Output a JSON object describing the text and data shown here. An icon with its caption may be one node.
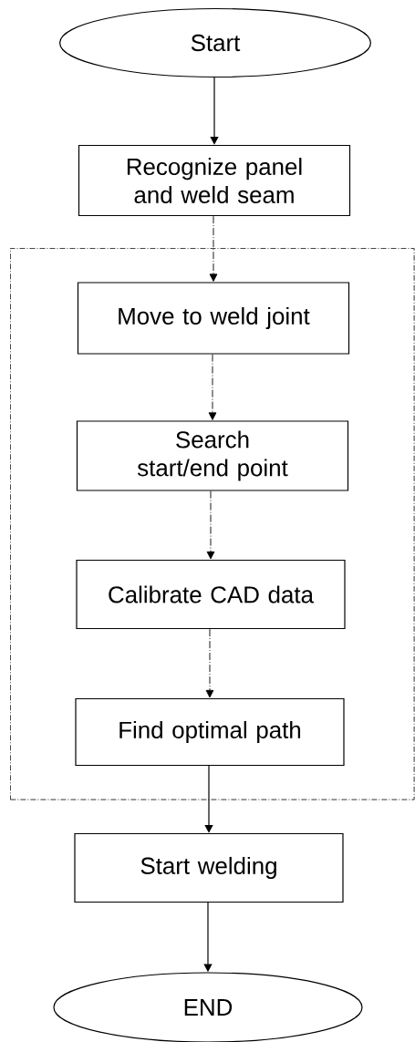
{
  "diagram": {
    "nodes": [
      {
        "text": [
          "Start"
        ]
      },
      {
        "text": [
          "Recognize panel and weld seam"
        ]
      },
      {
        "text": [],
        "shape": "box"
      },
      {
        "text": [
          "Move to weld joint"
        ],
        "in": 2
      },
      {
        "text": [
          "Search start/end point"
        ],
        "in": 2
      },
      {
        "text": [
          "Calibrate CAD data"
        ],
        "in": 2
      },
      {
        "text": [
          "Find optimal path"
        ],
        "in": 2
      },
      {
        "text": [
          "Start welding"
        ]
      },
      {
        "text": [
          "END"
        ]
      }
    ],
    "edges": [
      {
        "from": 0,
        "to": 1,
        "arrow": "to"
      },
      {
        "from": 1,
        "to": 3,
        "arrow": "to",
        "style": "dashed"
      },
      {
        "from": 3,
        "to": 4,
        "arrow": "to",
        "style": "dashed"
      },
      {
        "from": 4,
        "to": 5,
        "arrow": "to",
        "style": "dashed"
      },
      {
        "from": 5,
        "to": 6,
        "arrow": "to",
        "style": "dashed"
      },
      {
        "from": 6,
        "to": 7,
        "arrow": "to"
      },
      {
        "from": 7,
        "to": 8,
        "arrow": "to"
      }
    ]
  }
}
